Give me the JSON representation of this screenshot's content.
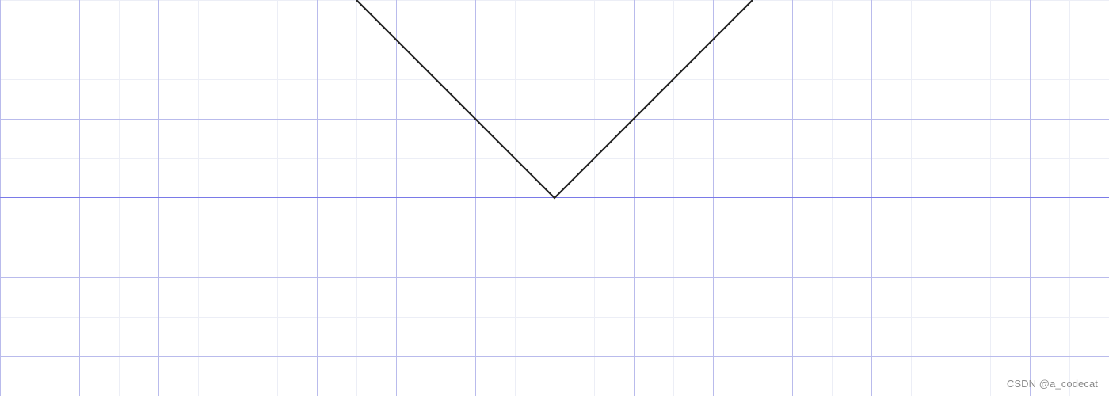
{
  "chart_data": {
    "type": "line",
    "title": "",
    "xlabel": "",
    "ylabel": "",
    "xlim": [
      -7,
      7
    ],
    "ylim": [
      -2.5,
      2.5
    ],
    "grid": true,
    "axes_visible": true,
    "tick_labels_visible": false,
    "series": [
      {
        "x": [
          -2.5,
          0,
          2.5
        ],
        "y": [
          2.5,
          0,
          2.5
        ]
      }
    ]
  },
  "watermark": "CSDN @a_codecat",
  "colors": {
    "background": "#ffffff",
    "minor_grid": "#eceef6",
    "major_grid": "#b9bbec",
    "axis": "#7a7ae8",
    "series_line": "#222222",
    "watermark": "#8a8a8a"
  }
}
